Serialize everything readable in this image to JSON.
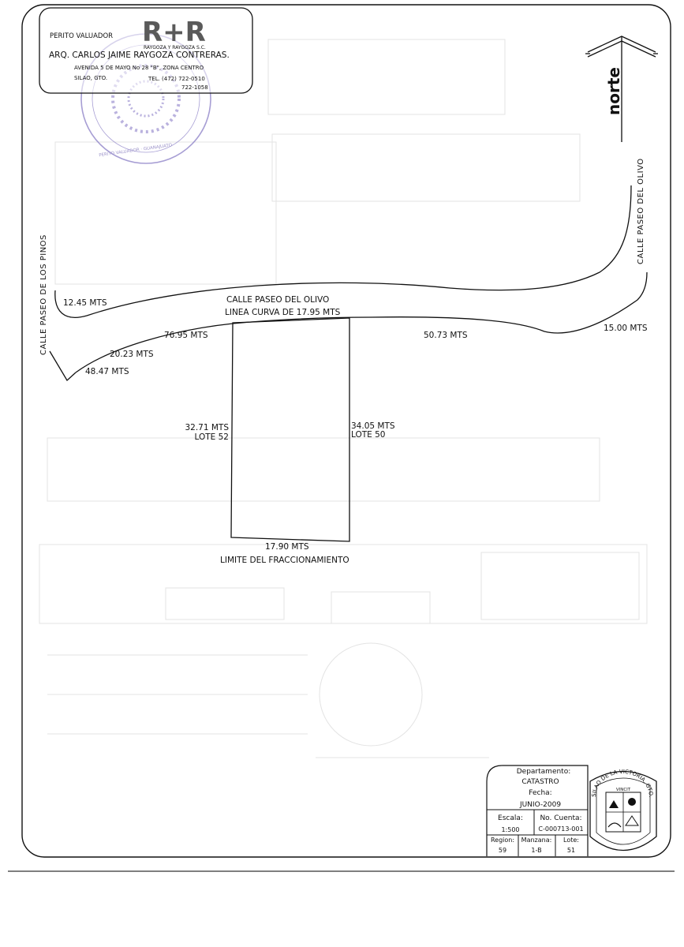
{
  "header": {
    "title": "PERITO VALUADOR",
    "logo": "R+R",
    "company": "RAYGOZA Y RAYGOZA S.C.",
    "name": "ARQ. CARLOS JAIME RAYGOZA CONTRERAS.",
    "address": "AVENIDA 5 DE MAYO No 28 \"B\", ZONA CENTRO",
    "city": "SILAO, GTO.",
    "phone1": "TEL. (472) 722-0510",
    "phone2": "722-1058"
  },
  "north_label": "norte",
  "streets": {
    "left": "CALLE PASEO DE LOS PINOS",
    "right": "CALLE PASEO DEL OLIVO",
    "center": "CALLE PASEO DEL OLIVO",
    "curve": "LINEA CURVA DE 17.95 MTS"
  },
  "measures": {
    "m1245": "12.45 MTS",
    "m7695": "76.95 MTS",
    "m2023": "20.23 MTS",
    "m4847": "48.47 MTS",
    "m5073": "50.73 MTS",
    "m1500": "15.00 MTS",
    "m3271": "32.71 MTS",
    "lote52": "LOTE 52",
    "m3405": "34.05 MTS",
    "lote50": "LOTE 50",
    "m1790": "17.90 MTS",
    "limit": "LIMITE DEL FRACCIONAMIENTO"
  },
  "title_block": {
    "dept_label": "Departamento:",
    "dept_value": "CATASTRO",
    "date_label": "Fecha:",
    "date_value": "JUNIO-2009",
    "scale_label": "Escala:",
    "scale_value": "1:500",
    "account_label": "No. Cuenta:",
    "account_value": "C-000713-001",
    "region_label": "Region:",
    "region_value": "59",
    "block_label": "Manzana:",
    "block_value": "1-B",
    "lot_label": "Lote:",
    "lot_value": "51"
  },
  "seal": {
    "ring_text": "SILAO DE LA VICTORIA, GTO.",
    "motto": "VINCIT"
  },
  "icons": [
    "north-arrow-icon",
    "municipal-seal-icon",
    "notary-stamp-icon"
  ]
}
